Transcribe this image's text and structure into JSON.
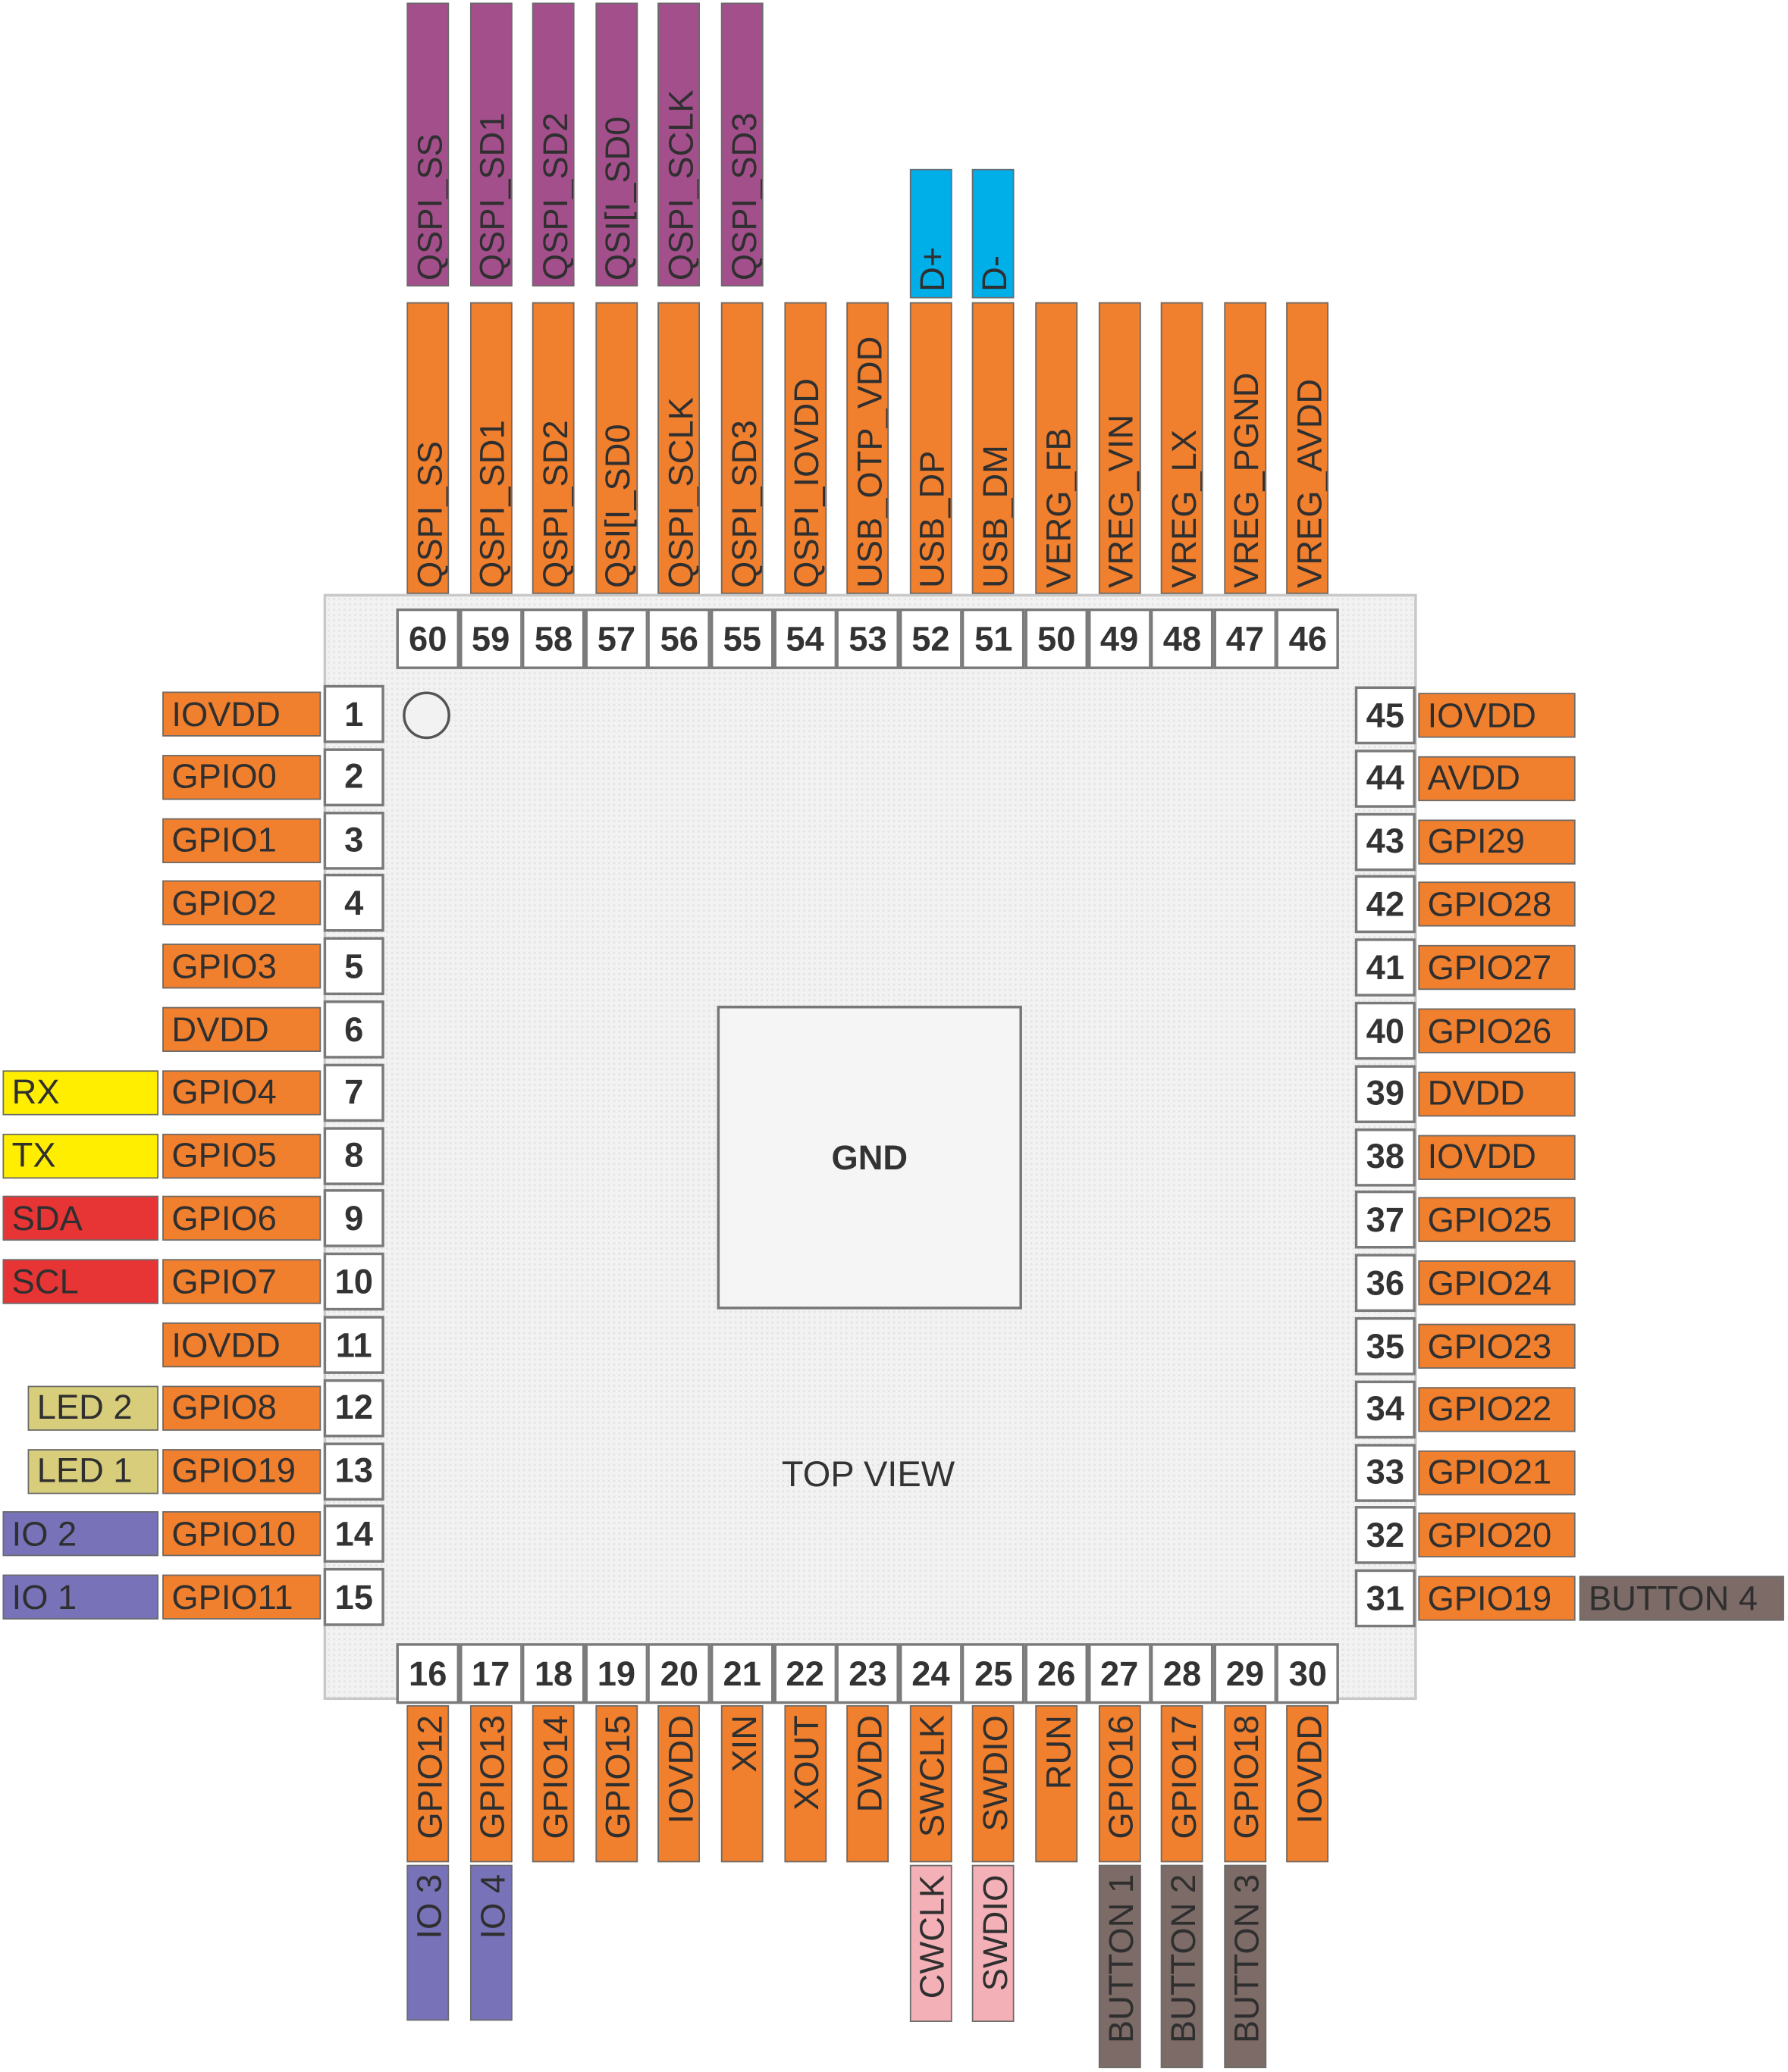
{
  "chip": {
    "center_label": "GND",
    "view_label": "TOP VIEW"
  },
  "colors": {
    "pin_function": "#f07f2e",
    "qspi": "#a34f8c",
    "usb": "#00aee8",
    "uart": "#ffee00",
    "i2c": "#e73535",
    "led": "#d7cd7a",
    "io": "#7873b9",
    "swd": "#f4b0b7",
    "button": "#7c6b66"
  },
  "left_pins": [
    {
      "num": "1",
      "label": "IOVDD"
    },
    {
      "num": "2",
      "label": "GPIO0"
    },
    {
      "num": "3",
      "label": "GPIO1"
    },
    {
      "num": "4",
      "label": "GPIO2"
    },
    {
      "num": "5",
      "label": "GPIO3"
    },
    {
      "num": "6",
      "label": "DVDD"
    },
    {
      "num": "7",
      "label": "GPIO4",
      "ext": "RX",
      "ext_color": "#ffee00"
    },
    {
      "num": "8",
      "label": "GPIO5",
      "ext": "TX",
      "ext_color": "#ffee00"
    },
    {
      "num": "9",
      "label": "GPIO6",
      "ext": "SDA",
      "ext_color": "#e73535"
    },
    {
      "num": "10",
      "label": "GPIO7",
      "ext": "SCL",
      "ext_color": "#e73535"
    },
    {
      "num": "11",
      "label": "IOVDD"
    },
    {
      "num": "12",
      "label": "GPIO8",
      "ext": "LED 2",
      "ext_color": "#d7cd7a"
    },
    {
      "num": "13",
      "label": "GPIO19",
      "ext": "LED 1",
      "ext_color": "#d7cd7a"
    },
    {
      "num": "14",
      "label": "GPIO10",
      "ext": "IO 2",
      "ext_color": "#7873b9"
    },
    {
      "num": "15",
      "label": "GPIO11",
      "ext": "IO 1",
      "ext_color": "#7873b9"
    }
  ],
  "right_pins": [
    {
      "num": "45",
      "label": "IOVDD"
    },
    {
      "num": "44",
      "label": "AVDD"
    },
    {
      "num": "43",
      "label": "GPI29"
    },
    {
      "num": "42",
      "label": "GPIO28"
    },
    {
      "num": "41",
      "label": "GPIO27"
    },
    {
      "num": "40",
      "label": "GPIO26"
    },
    {
      "num": "39",
      "label": "DVDD"
    },
    {
      "num": "38",
      "label": "IOVDD"
    },
    {
      "num": "37",
      "label": "GPIO25"
    },
    {
      "num": "36",
      "label": "GPIO24"
    },
    {
      "num": "35",
      "label": "GPIO23"
    },
    {
      "num": "34",
      "label": "GPIO22"
    },
    {
      "num": "33",
      "label": "GPIO21"
    },
    {
      "num": "32",
      "label": "GPIO20"
    },
    {
      "num": "31",
      "label": "GPIO19",
      "ext": "BUTTON 4",
      "ext_color": "#7c6b66"
    }
  ],
  "top_pins": [
    {
      "num": "60",
      "label": "QSPI_SS",
      "ext": "QSPI_SS",
      "ext_color": "#a34f8c"
    },
    {
      "num": "59",
      "label": "QSPI_SD1",
      "ext": "QSPI_SD1",
      "ext_color": "#a34f8c"
    },
    {
      "num": "58",
      "label": "QSPI_SD2",
      "ext": "QSPI_SD2",
      "ext_color": "#a34f8c"
    },
    {
      "num": "57",
      "label": "QSI[I_SD0",
      "ext": "QSI[I_SD0",
      "ext_color": "#a34f8c"
    },
    {
      "num": "56",
      "label": "QSPI_SCLK",
      "ext": "QSPI_SCLK",
      "ext_color": "#a34f8c"
    },
    {
      "num": "55",
      "label": "QSPI_SD3",
      "ext": "QSPI_SD3",
      "ext_color": "#a34f8c"
    },
    {
      "num": "54",
      "label": "QSPI_IOVDD"
    },
    {
      "num": "53",
      "label": "USB_OTP_VDD"
    },
    {
      "num": "52",
      "label": "USB_DP",
      "ext": "D+",
      "ext_color": "#00aee8"
    },
    {
      "num": "51",
      "label": "USB_DM",
      "ext": "D-",
      "ext_color": "#00aee8"
    },
    {
      "num": "50",
      "label": "VERG_FB"
    },
    {
      "num": "49",
      "label": "VREG_VIN"
    },
    {
      "num": "48",
      "label": "VREG_LX"
    },
    {
      "num": "47",
      "label": "VREG_PGND"
    },
    {
      "num": "46",
      "label": "VREG_AVDD"
    }
  ],
  "bottom_pins": [
    {
      "num": "16",
      "label": "GPIO12",
      "ext": "IO 3",
      "ext_color": "#7873b9"
    },
    {
      "num": "17",
      "label": "GPIO13",
      "ext": "IO 4",
      "ext_color": "#7873b9"
    },
    {
      "num": "18",
      "label": "GPIO14"
    },
    {
      "num": "19",
      "label": "GPIO15"
    },
    {
      "num": "20",
      "label": "IOVDD"
    },
    {
      "num": "21",
      "label": "XIN"
    },
    {
      "num": "22",
      "label": "XOUT"
    },
    {
      "num": "23",
      "label": "DVDD"
    },
    {
      "num": "24",
      "label": "SWCLK",
      "ext": "CWCLK",
      "ext_color": "#f4b0b7"
    },
    {
      "num": "25",
      "label": "SWDIO",
      "ext": "SWDIO",
      "ext_color": "#f4b0b7"
    },
    {
      "num": "26",
      "label": "RUN"
    },
    {
      "num": "27",
      "label": "GPIO16",
      "ext": "BUTTON 1",
      "ext_color": "#7c6b66"
    },
    {
      "num": "28",
      "label": "GPIO17",
      "ext": "BUTTON 2",
      "ext_color": "#7c6b66"
    },
    {
      "num": "29",
      "label": "GPIO18",
      "ext": "BUTTON 3",
      "ext_color": "#7c6b66"
    },
    {
      "num": "30",
      "label": "IOVDD"
    }
  ]
}
